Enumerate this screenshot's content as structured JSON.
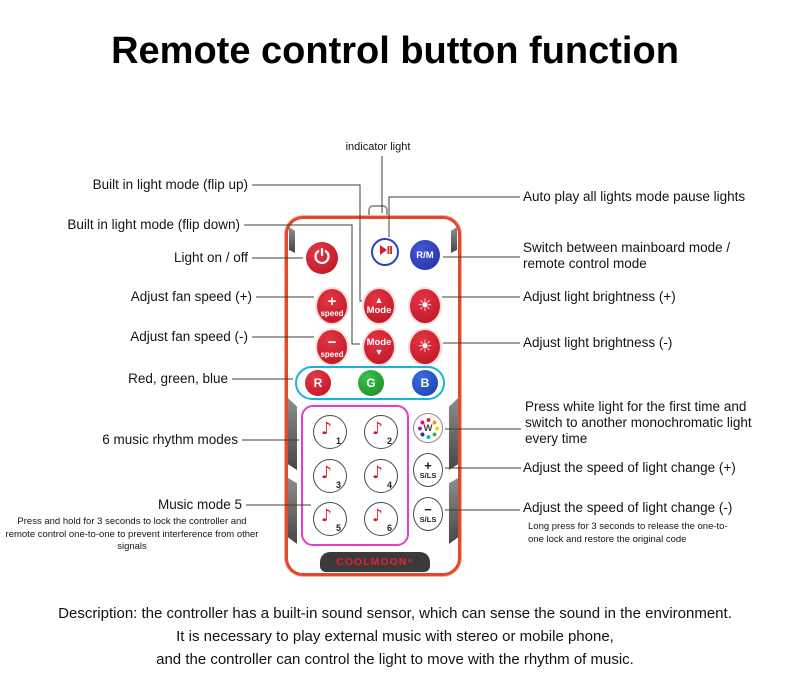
{
  "title": "Remote control button function",
  "indicator_label": "indicator light",
  "labels_left": [
    "Built in light mode (flip up)",
    "Built in light mode (flip down)",
    "Light on / off",
    "Adjust fan speed (+)",
    "Adjust fan speed (-)",
    "Red, green, blue",
    "6 music rhythm modes",
    "Music mode 5"
  ],
  "note_left": "Press and hold for 3 seconds to lock the controller and remote control one-to-one to prevent interference from other signals",
  "labels_right": [
    "Auto play all lights mode pause lights",
    "Switch between mainboard mode / remote control mode",
    "Adjust light brightness (+)",
    "Adjust light brightness (-)",
    "Press white light for the first time and switch to another monochromatic light every time",
    "Adjust the speed of light change (+)",
    "Adjust the speed of light change (-)"
  ],
  "note_right": "Long press for 3 seconds to release the one-to-one lock and restore the original code",
  "description": [
    "Description: the controller has a built-in sound sensor, which can sense the sound in the environment.",
    "It is necessary to play external music with stereo or mobile phone,",
    "and the controller can control the light to move with the rhythm of music."
  ],
  "remote": {
    "rm_label": "R/M",
    "plus": "+",
    "minus": "−",
    "speed_label": "speed",
    "mode_label": "Mode",
    "up_arrow": "▲",
    "down_arrow": "▼",
    "sun_icon": "☀",
    "rgb": [
      "R",
      "G",
      "B"
    ],
    "note_icon": "♪",
    "note_numbers": [
      "1",
      "2",
      "3",
      "4",
      "5",
      "6"
    ],
    "white_label": "W",
    "sls_label": "S/LS",
    "brand": "COOLMOON",
    "reg_mark": "®"
  },
  "colors": {
    "remote_border": "#e2482a",
    "button_red": "#c9121f",
    "button_blue": "#2b3ec0",
    "rgb_red": "#d81e2c",
    "rgb_green": "#1fa42c",
    "rgb_blue": "#1f52c8",
    "cyan_frame": "#17b3d9",
    "magenta_frame": "#e13fd0",
    "brand_text": "#e8212e"
  }
}
